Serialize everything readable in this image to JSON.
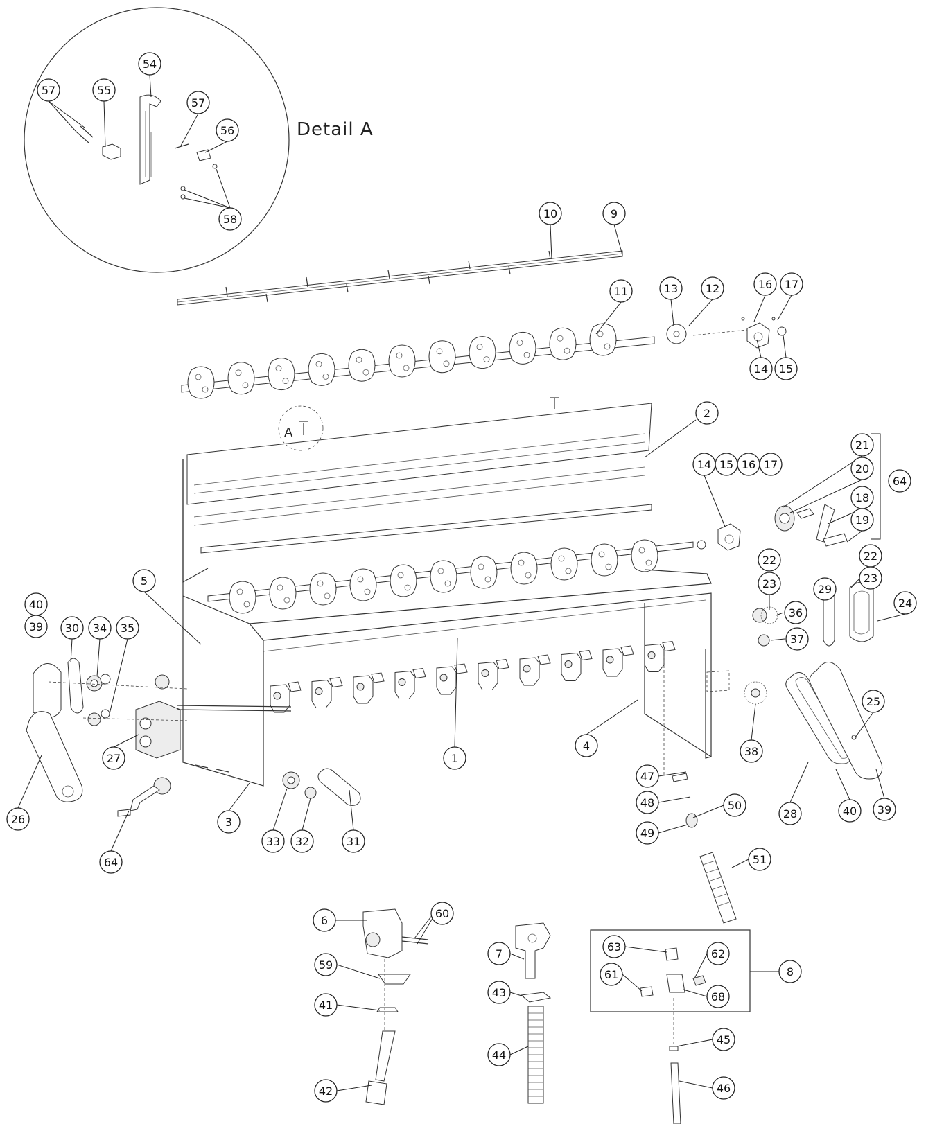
{
  "detail_title": "Detail A",
  "detail_marker": "A",
  "balloons": [
    {
      "label": "54"
    },
    {
      "label": "57"
    },
    {
      "label": "55"
    },
    {
      "label": "57"
    },
    {
      "label": "56"
    },
    {
      "label": "58"
    },
    {
      "label": "10"
    },
    {
      "label": "9"
    },
    {
      "label": "11"
    },
    {
      "label": "13"
    },
    {
      "label": "12"
    },
    {
      "label": "16"
    },
    {
      "label": "17"
    },
    {
      "label": "14"
    },
    {
      "label": "15"
    },
    {
      "label": "2"
    },
    {
      "label": "14"
    },
    {
      "label": "15"
    },
    {
      "label": "16"
    },
    {
      "label": "17"
    },
    {
      "label": "21"
    },
    {
      "label": "20"
    },
    {
      "label": "64"
    },
    {
      "label": "18"
    },
    {
      "label": "19"
    },
    {
      "label": "22"
    },
    {
      "label": "23"
    },
    {
      "label": "22"
    },
    {
      "label": "23"
    },
    {
      "label": "29"
    },
    {
      "label": "24"
    },
    {
      "label": "36"
    },
    {
      "label": "37"
    },
    {
      "label": "5"
    },
    {
      "label": "40"
    },
    {
      "label": "39"
    },
    {
      "label": "30"
    },
    {
      "label": "34"
    },
    {
      "label": "35"
    },
    {
      "label": "27"
    },
    {
      "label": "26"
    },
    {
      "label": "64"
    },
    {
      "label": "3"
    },
    {
      "label": "33"
    },
    {
      "label": "32"
    },
    {
      "label": "31"
    },
    {
      "label": "1"
    },
    {
      "label": "4"
    },
    {
      "label": "38"
    },
    {
      "label": "25"
    },
    {
      "label": "28"
    },
    {
      "label": "40"
    },
    {
      "label": "39"
    },
    {
      "label": "47"
    },
    {
      "label": "48"
    },
    {
      "label": "50"
    },
    {
      "label": "49"
    },
    {
      "label": "51"
    },
    {
      "label": "6"
    },
    {
      "label": "60"
    },
    {
      "label": "59"
    },
    {
      "label": "41"
    },
    {
      "label": "42"
    },
    {
      "label": "7"
    },
    {
      "label": "43"
    },
    {
      "label": "44"
    },
    {
      "label": "63"
    },
    {
      "label": "62"
    },
    {
      "label": "61"
    },
    {
      "label": "68"
    },
    {
      "label": "8"
    },
    {
      "label": "45"
    },
    {
      "label": "46"
    }
  ]
}
